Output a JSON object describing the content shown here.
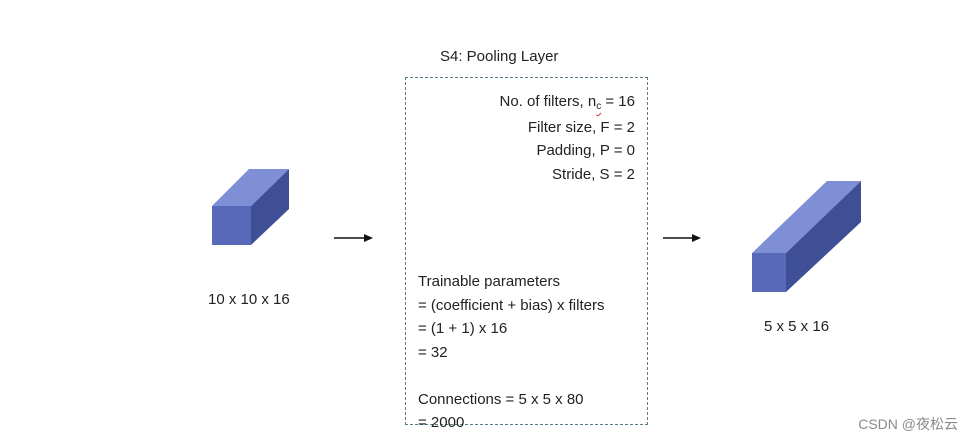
{
  "layer": {
    "title": "S4: Pooling Layer",
    "params": {
      "filters_prefix": "No. of filters, n",
      "filters_sub": "c",
      "filters_suffix": "= 16",
      "filter_size": "Filter size, F = 2",
      "padding": "Padding, P = 0",
      "stride": "Stride, S = 2"
    },
    "calc": {
      "trainable_heading": "Trainable parameters",
      "trainable_formula": "= (coefficient + bias) x filters",
      "trainable_sub": "= (1 + 1) x 16",
      "trainable_result": "= 32",
      "connections_formula": "Connections = 5 x 5 x 80",
      "connections_result": "= 2000"
    }
  },
  "input": {
    "label": "10 x 10 x 16"
  },
  "output": {
    "label": "5 x 5 x 16"
  },
  "colors": {
    "cube_front": "#5769b8",
    "cube_top": "#7f8fd6",
    "cube_side": "#3f4f95",
    "box_border": "#5a7a88"
  },
  "watermark": "CSDN @夜松云"
}
